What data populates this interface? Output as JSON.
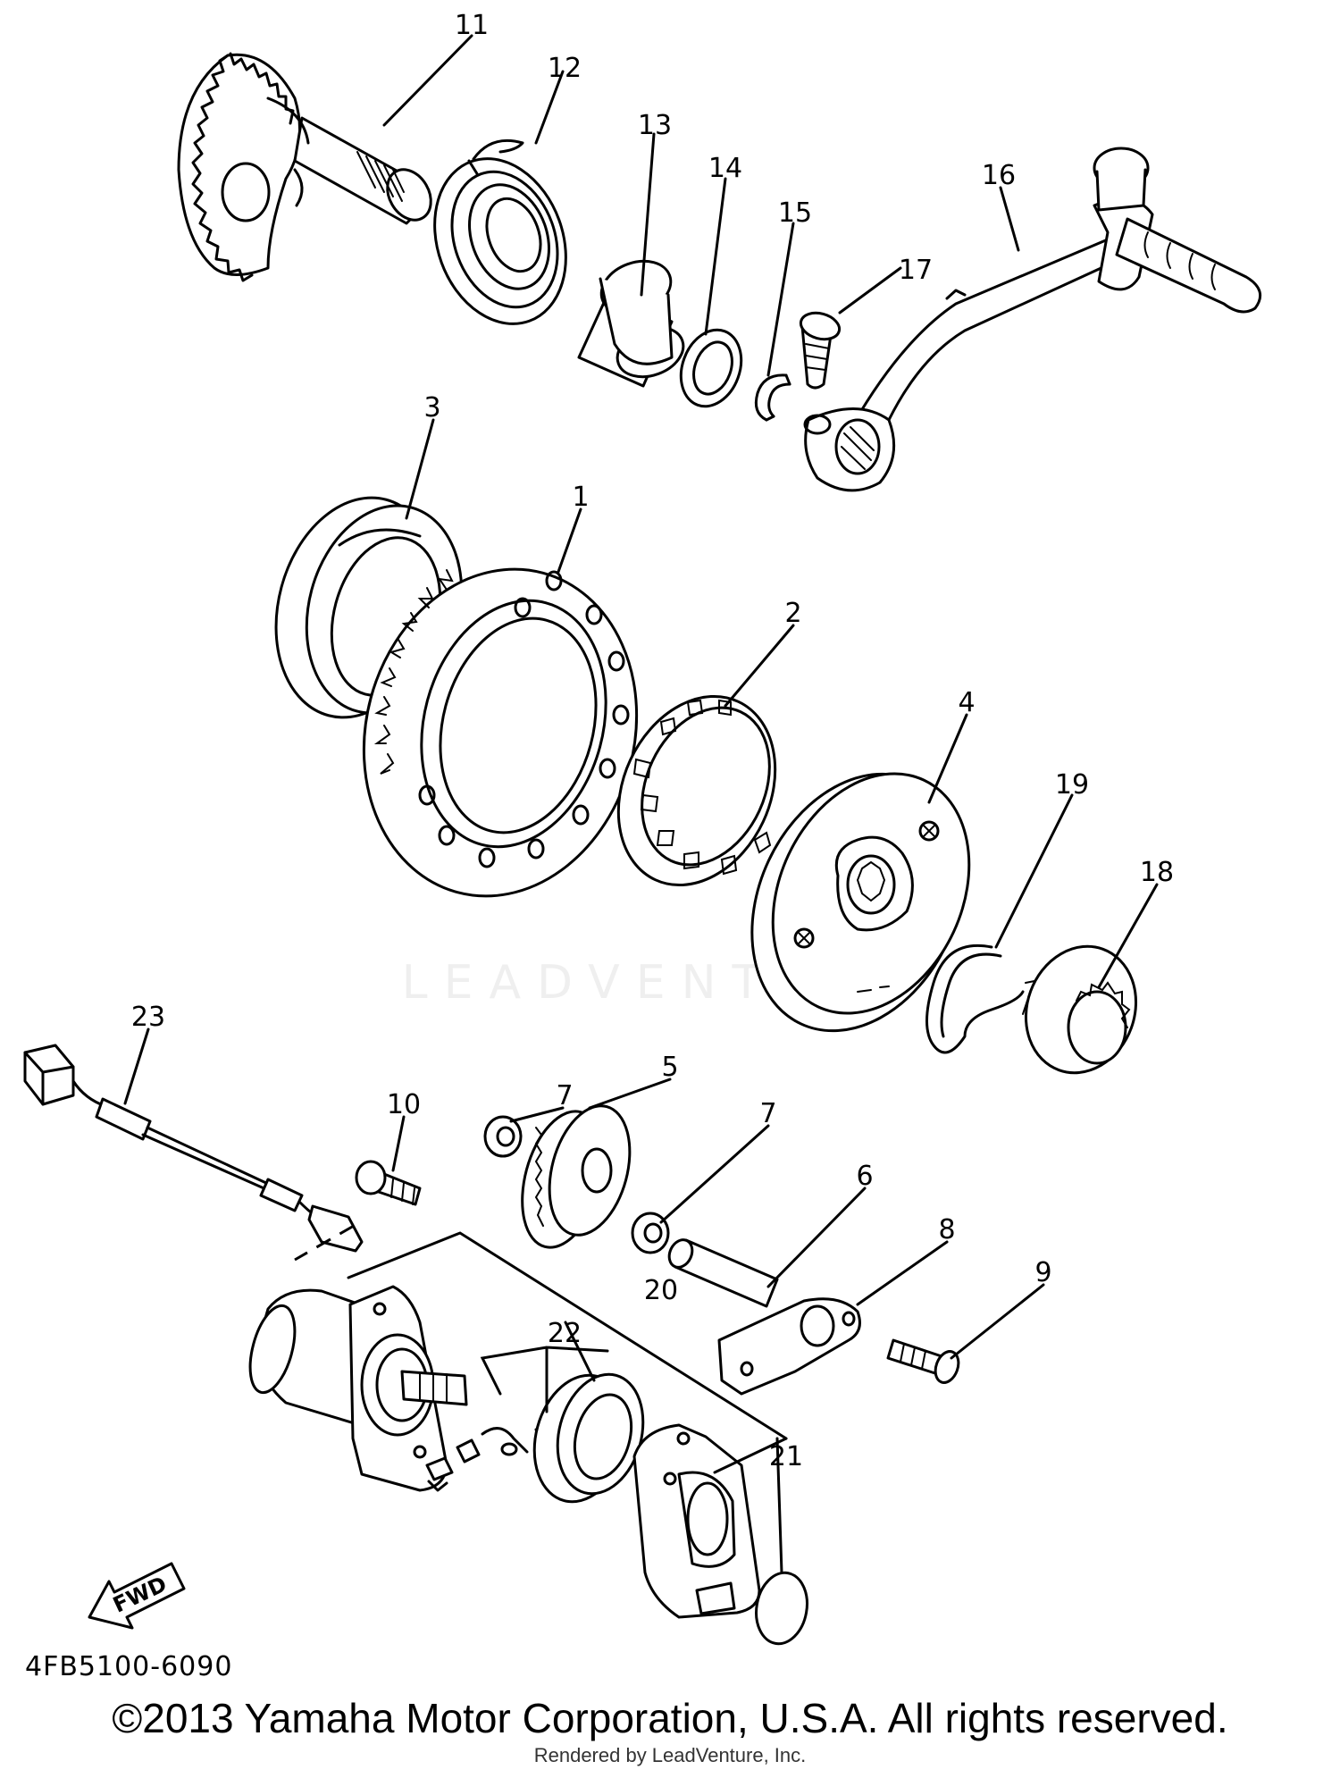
{
  "diagram": {
    "code": "4FB5100-6090",
    "copyright": "©2013 Yamaha Motor Corporation, U.S.A. All rights reserved.",
    "rendered_by": "Rendered by LeadVenture, Inc.",
    "watermark": "LEADVENTURE",
    "direction_label": "FWD"
  },
  "callouts": [
    "1",
    "2",
    "3",
    "4",
    "5",
    "6",
    "7",
    "7",
    "8",
    "9",
    "10",
    "11",
    "12",
    "13",
    "14",
    "15",
    "16",
    "17",
    "18",
    "19",
    "20",
    "21",
    "22",
    "23"
  ]
}
